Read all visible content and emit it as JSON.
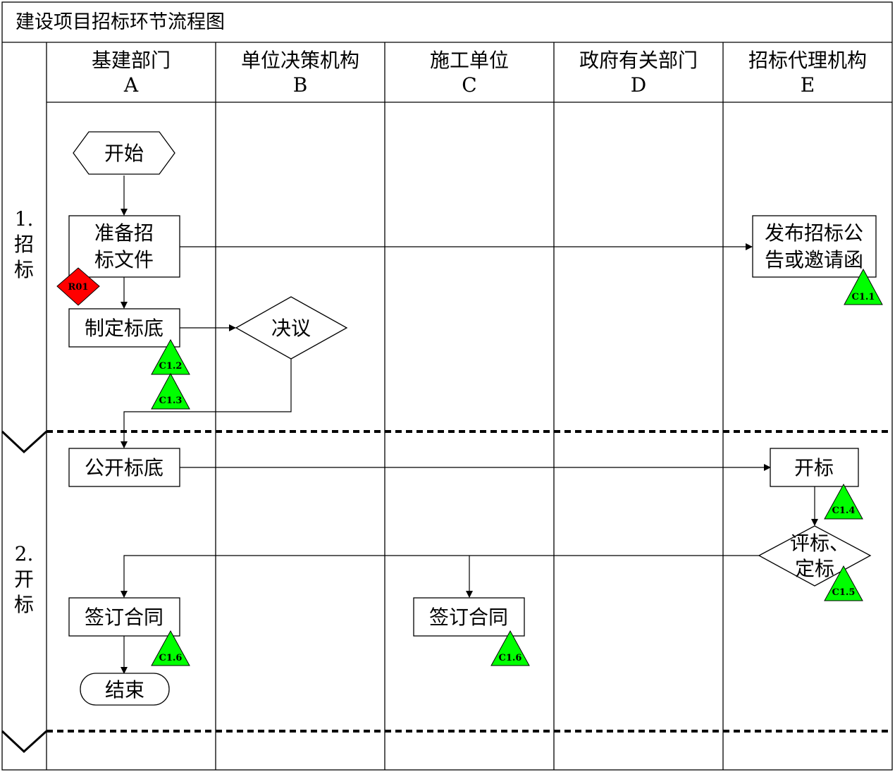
{
  "title": "建设项目招标环节流程图",
  "departments": [
    {
      "name": "基建部门",
      "code": "A"
    },
    {
      "name": "单位决策机构",
      "code": "B"
    },
    {
      "name": "施工单位",
      "code": "C"
    },
    {
      "name": "政府有关部门",
      "code": "D"
    },
    {
      "name": "招标代理机构",
      "code": "E"
    }
  ],
  "phases": [
    {
      "number": "1.",
      "name_lines": [
        "招",
        "标"
      ]
    },
    {
      "number": "2.",
      "name_lines": [
        "开",
        "标"
      ]
    }
  ],
  "nodes": {
    "start": {
      "lines": [
        "开始"
      ]
    },
    "prepare_docs": {
      "lines": [
        "准备招",
        "标文件"
      ]
    },
    "publish_notice": {
      "lines": [
        "发布招标公",
        "告或邀请函"
      ]
    },
    "set_base_price": {
      "lines": [
        "制定标底"
      ]
    },
    "decision": {
      "lines": [
        "决议"
      ]
    },
    "disclose_base_price": {
      "lines": [
        "公开标底"
      ]
    },
    "bid_opening": {
      "lines": [
        "开标"
      ]
    },
    "evaluate_award": {
      "lines": [
        "评标、",
        "定标"
      ]
    },
    "sign_contract_a": {
      "lines": [
        "签订合同"
      ]
    },
    "sign_contract_c": {
      "lines": [
        "签订合同"
      ]
    },
    "end": {
      "lines": [
        "结束"
      ]
    }
  },
  "markers": {
    "risk": [
      {
        "label": "R01",
        "color": "#ff0000"
      }
    ],
    "controls": [
      {
        "label": "C1.1",
        "color": "#00ff00"
      },
      {
        "label": "C1.2",
        "color": "#00ff00"
      },
      {
        "label": "C1.3",
        "color": "#00ff00"
      },
      {
        "label": "C1.4",
        "color": "#00ff00"
      },
      {
        "label": "C1.5",
        "color": "#00ff00"
      },
      {
        "label": "C1.6",
        "color": "#00ff00"
      },
      {
        "label": "C1.6",
        "color": "#00ff00"
      }
    ]
  }
}
